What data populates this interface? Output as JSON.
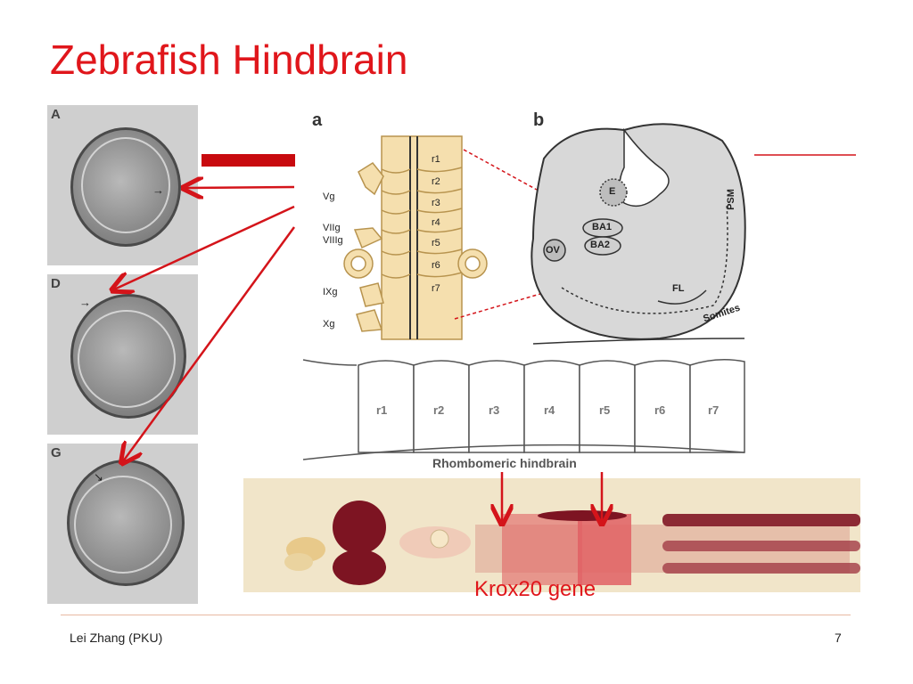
{
  "slide": {
    "title": "Zebrafish Hindbrain",
    "footer_author": "Lei Zhang (PKU)",
    "page_number": "7"
  },
  "embryo_panels": [
    {
      "label": "A"
    },
    {
      "label": "D"
    },
    {
      "label": "G"
    }
  ],
  "diagram_a": {
    "panel_label": "a",
    "rhombomeres": [
      "r1",
      "r2",
      "r3",
      "r4",
      "r5",
      "r6",
      "r7"
    ],
    "ganglia": [
      "Vg",
      "VIIg",
      "VIIIg",
      "IXg",
      "Xg"
    ]
  },
  "diagram_b": {
    "panel_label": "b",
    "labels": [
      "E",
      "BA1",
      "BA2",
      "OV",
      "FL",
      "PSM",
      "Somites"
    ]
  },
  "rhombomere_strip": {
    "cells": [
      "r1",
      "r2",
      "r3",
      "r4",
      "r5",
      "r6",
      "r7"
    ],
    "caption": "Rhombomeric hindbrain"
  },
  "stain": {
    "gene_label": "Krox20 gene"
  },
  "colors": {
    "title_red": "#e0161b",
    "arrow_red": "#d4141a",
    "footer_line": "#e8b9a2"
  }
}
